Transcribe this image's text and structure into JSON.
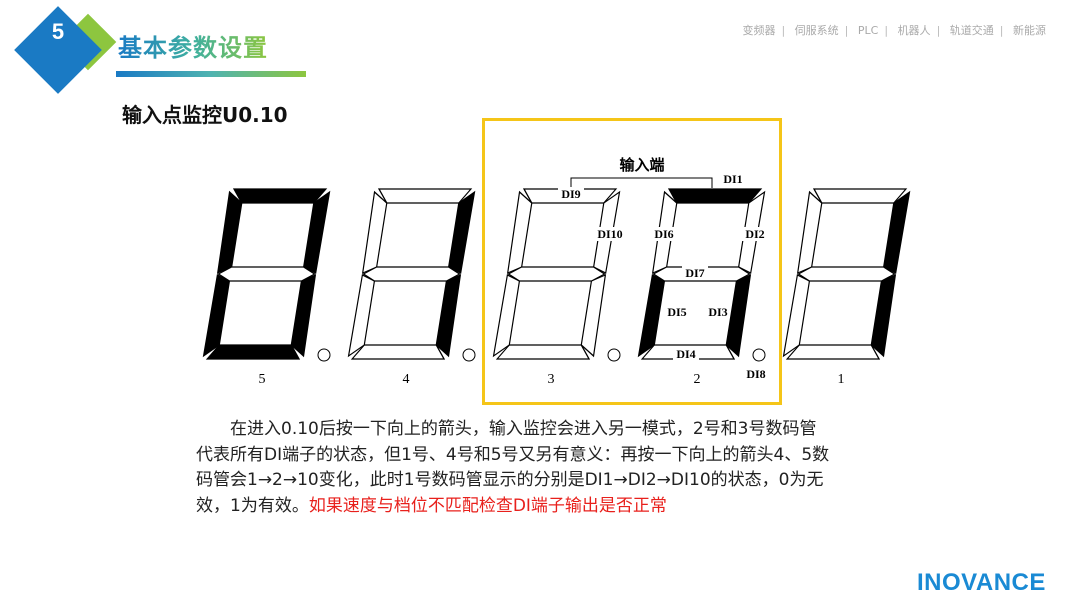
{
  "header": {
    "section_number": "5",
    "title": "基本参数设置",
    "subtitle": "输入点监控U0.10",
    "accent_blue": "#1a7ac4",
    "accent_green": "#8dc63f"
  },
  "top_nav": [
    "变频器",
    "伺服系统",
    "PLC",
    "机器人",
    "轨道交通",
    "新能源"
  ],
  "diagram": {
    "input_label": "输入端",
    "digits": [
      {
        "label": "5",
        "on": [
          "a",
          "b",
          "c",
          "d",
          "e",
          "f"
        ]
      },
      {
        "label": "4",
        "on": [
          "b",
          "c"
        ]
      },
      {
        "label": "3",
        "on": []
      },
      {
        "label": "2",
        "on": [
          "a",
          "c",
          "e"
        ]
      },
      {
        "label": "1",
        "on": [
          "b",
          "c"
        ]
      }
    ],
    "di_labels": {
      "di1": "DI1",
      "di2": "DI2",
      "di3": "DI3",
      "di4": "DI4",
      "di5": "DI5",
      "di6": "DI6",
      "di7": "DI7",
      "di8": "DI8",
      "di9": "DI9",
      "di10": "DI10"
    },
    "highlight_color": "#f5c518"
  },
  "paragraph": {
    "line1": "在进入0.10后按一下向上的箭头，输入监控会进入另一模式，2号和3号数码管",
    "line2": "代表所有DI端子的状态，但1号、4号和5号又另有意义：再按一下向上的箭头4、5数",
    "line3": "码管会1→2→10变化，此时1号数码管显示的分别是DI1→DI2→DI10的状态，0为无",
    "line4": "效，1为有效。",
    "highlight": "如果速度与档位不匹配检查DI端子输出是否正常"
  },
  "logo": "INOVANCE"
}
